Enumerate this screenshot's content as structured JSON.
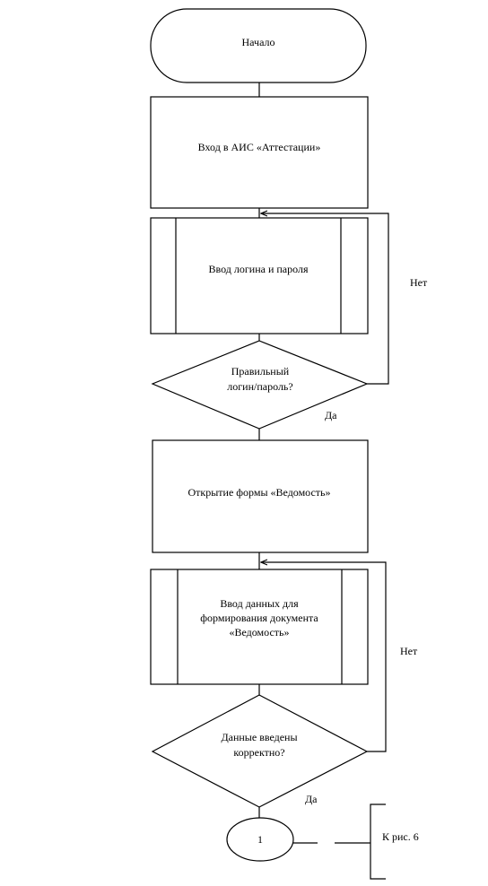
{
  "flowchart": {
    "start": "Начало",
    "login_system": "Вход в АИС «Аттестации»",
    "enter_credentials": "Ввод логина и пароля",
    "check_credentials": [
      "Правильный",
      "логин/пароль?"
    ],
    "answer_no_1": "Нет",
    "answer_yes_1": "Да",
    "open_form": "Открытие формы «Ведомость»",
    "enter_data": [
      "Ввод данных для",
      "формирования документа",
      "«Ведомость»"
    ],
    "check_data": [
      "Данные введены",
      "корректно?"
    ],
    "answer_no_2": "Нет",
    "answer_yes_2": "Да",
    "connector": "1",
    "connector_note": "К рис. 6"
  }
}
